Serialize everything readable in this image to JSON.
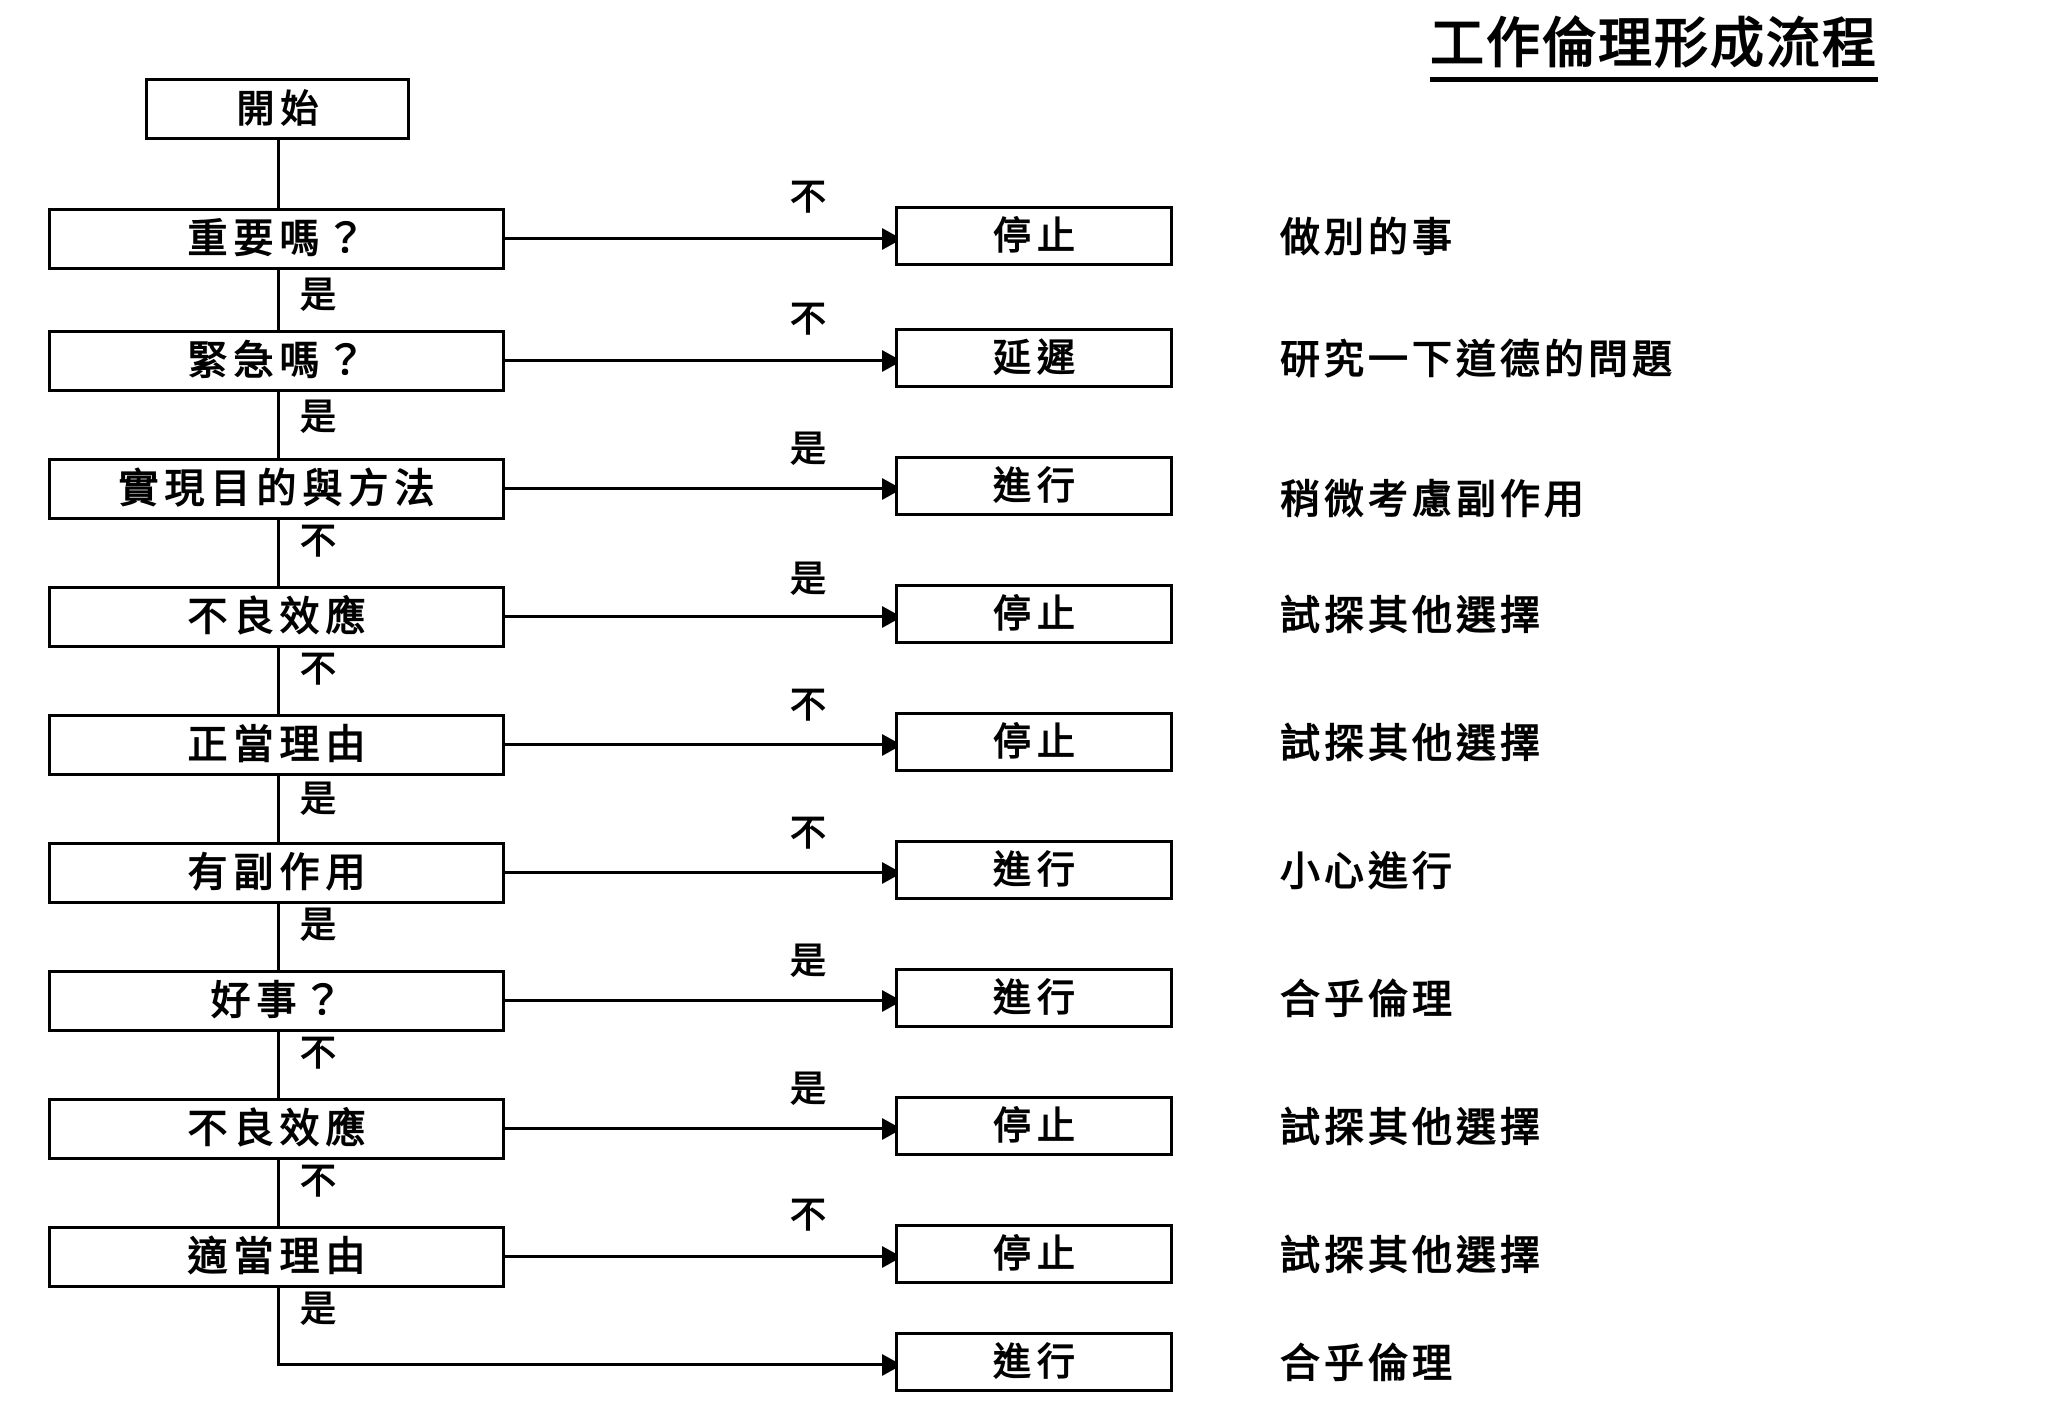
{
  "title": "工作倫理形成流程",
  "start": {
    "label": "開始"
  },
  "labels": {
    "yes": "是",
    "no": "不"
  },
  "rows": [
    {
      "decision": "重要嗎？",
      "branch_label": "不",
      "action": "停止",
      "note": "做別的事",
      "down_label": "是"
    },
    {
      "decision": "緊急嗎？",
      "branch_label": "不",
      "action": "延遲",
      "note": "研究一下道德的問題",
      "down_label": "是"
    },
    {
      "decision": "實現目的與方法",
      "branch_label": "是",
      "action": "進行",
      "note": "稍微考慮副作用",
      "down_label": "不"
    },
    {
      "decision": "不良效應",
      "branch_label": "是",
      "action": "停止",
      "note": "試探其他選擇",
      "down_label": "不"
    },
    {
      "decision": "正當理由",
      "branch_label": "不",
      "action": "停止",
      "note": "試探其他選擇",
      "down_label": "是"
    },
    {
      "decision": "有副作用",
      "branch_label": "不",
      "action": "進行",
      "note": "小心進行",
      "down_label": "是"
    },
    {
      "decision": "好事？",
      "branch_label": "是",
      "action": "進行",
      "note": "合乎倫理",
      "down_label": "不"
    },
    {
      "decision": "不良效應",
      "branch_label": "是",
      "action": "停止",
      "note": "試探其他選擇",
      "down_label": "不"
    },
    {
      "decision": "適當理由",
      "branch_label": "不",
      "action": "停止",
      "note": "試探其他選擇",
      "down_label": "是"
    }
  ],
  "final": {
    "action": "進行",
    "note": "合乎倫理"
  },
  "colors": {
    "stroke": "#000000",
    "background": "#ffffff",
    "text": "#000000"
  }
}
